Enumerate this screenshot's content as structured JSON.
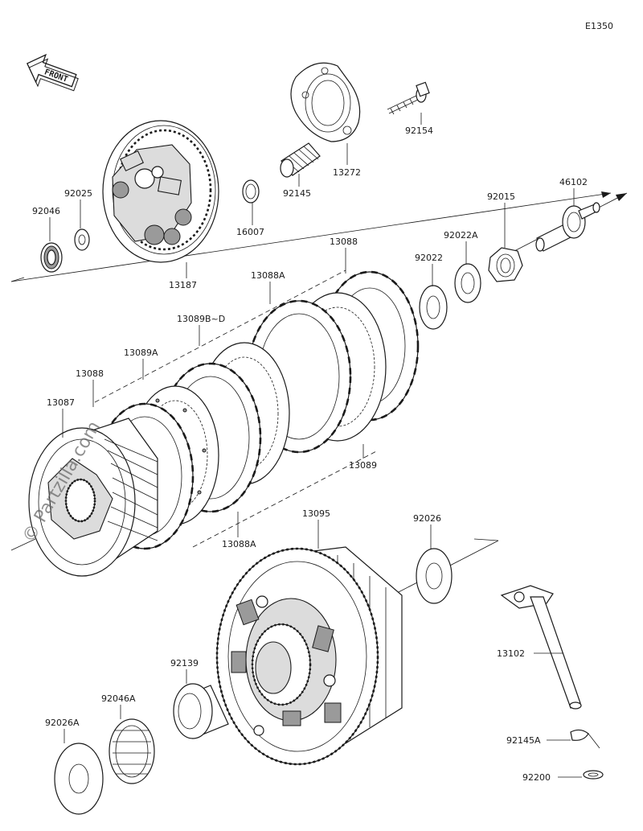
{
  "diagram_code": "E1350",
  "front_label": "FRONT",
  "watermark": "© Partzilla.com",
  "parts": [
    {
      "id": "p92154",
      "number": "92154"
    },
    {
      "id": "p13272",
      "number": "13272"
    },
    {
      "id": "p92145",
      "number": "92145"
    },
    {
      "id": "p16007",
      "number": "16007"
    },
    {
      "id": "p13187",
      "number": "13187"
    },
    {
      "id": "p92025",
      "number": "92025"
    },
    {
      "id": "p92046",
      "number": "92046"
    },
    {
      "id": "p46102",
      "number": "46102"
    },
    {
      "id": "p92015",
      "number": "92015"
    },
    {
      "id": "p92022A",
      "number": "92022A"
    },
    {
      "id": "p92022",
      "number": "92022"
    },
    {
      "id": "p13088a",
      "number": "13088"
    },
    {
      "id": "p13088A_top",
      "number": "13088A"
    },
    {
      "id": "p13089BD",
      "number": "13089B~D"
    },
    {
      "id": "p13089A",
      "number": "13089A"
    },
    {
      "id": "p13088b",
      "number": "13088"
    },
    {
      "id": "p13087",
      "number": "13087"
    },
    {
      "id": "p13089",
      "number": "13089"
    },
    {
      "id": "p13088A_bot",
      "number": "13088A"
    },
    {
      "id": "p13095",
      "number": "13095"
    },
    {
      "id": "p92026",
      "number": "92026"
    },
    {
      "id": "p13102",
      "number": "13102"
    },
    {
      "id": "p92139",
      "number": "92139"
    },
    {
      "id": "p92046A",
      "number": "92046A"
    },
    {
      "id": "p92026A",
      "number": "92026A"
    },
    {
      "id": "p92145A",
      "number": "92145A"
    },
    {
      "id": "p92200",
      "number": "92200"
    }
  ]
}
